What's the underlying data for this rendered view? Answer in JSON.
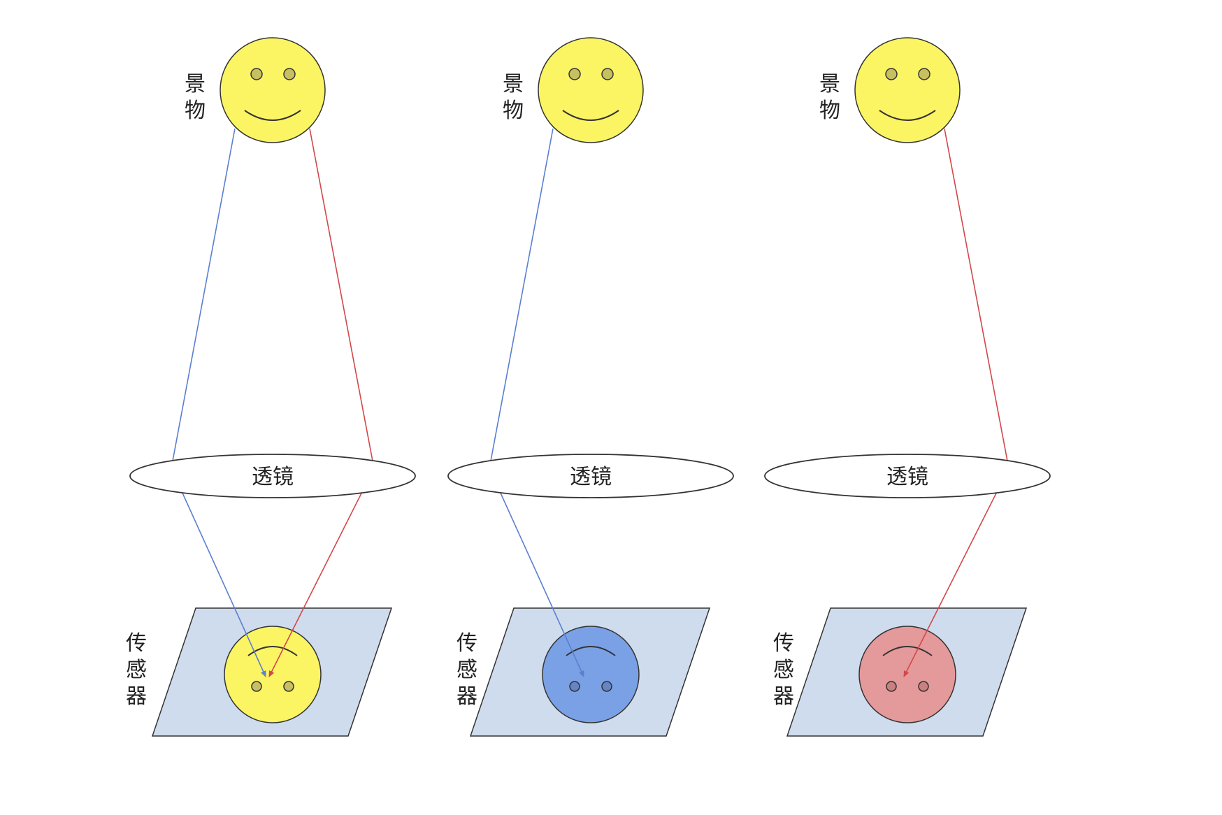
{
  "colors": {
    "object_face": "#fbf463",
    "sensor_plane": "#cfdcee",
    "ray_blue": "#5b7fd0",
    "ray_red": "#d3474a",
    "lens_fill": "#ffffff",
    "outline": "#333333",
    "eye_fill": "#c8c060"
  },
  "panels": [
    {
      "object_label": "景物",
      "lens_label": "透镜",
      "sensor_label": "传感器",
      "image_face_color": "#fbf463",
      "rays": [
        "blue",
        "red"
      ]
    },
    {
      "object_label": "景物",
      "lens_label": "透镜",
      "sensor_label": "传感器",
      "image_face_color": "#7aa1e6",
      "rays": [
        "blue"
      ]
    },
    {
      "object_label": "景物",
      "lens_label": "透镜",
      "sensor_label": "传感器",
      "image_face_color": "#e49a9a",
      "rays": [
        "red"
      ]
    }
  ]
}
